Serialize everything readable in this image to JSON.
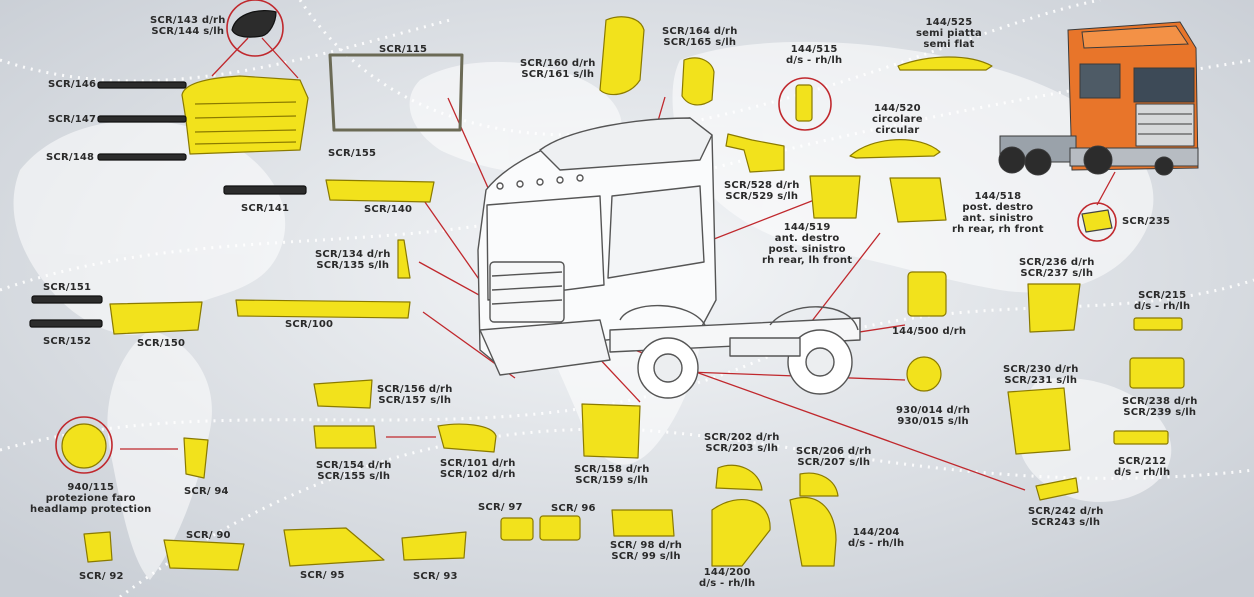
{
  "colors": {
    "part_fill": "#f2e21c",
    "part_stroke": "#8a7a00",
    "leader": "#c0282d",
    "truck_cab": "#e8752a",
    "background": "#dfe3e8"
  },
  "labels": {
    "scr143": [
      "SCR/143 d/rh",
      "SCR/144 s/lh"
    ],
    "scr115": [
      "SCR/115"
    ],
    "scr146": [
      "SCR/146"
    ],
    "scr147": [
      "SCR/147"
    ],
    "scr148": [
      "SCR/148"
    ],
    "scr155": [
      "SCR/155"
    ],
    "scr141": [
      "SCR/141"
    ],
    "scr140": [
      "SCR/140"
    ],
    "scr160": [
      "SCR/160 d/rh",
      "SCR/161 s/lh"
    ],
    "scr164": [
      "SCR/164 d/rh",
      "SCR/165 s/lh"
    ],
    "p144_515": [
      "144/515",
      "d/s - rh/lh"
    ],
    "p144_525": [
      "144/525",
      "semi piatta",
      "semi flat"
    ],
    "p144_520": [
      "144/520",
      "circolare",
      "circular"
    ],
    "scr528": [
      "SCR/528 d/rh",
      "SCR/529 s/lh"
    ],
    "p144_519": [
      "144/519",
      "ant. destro",
      "post. sinistro",
      "rh rear, lh front"
    ],
    "p144_518": [
      "144/518",
      "post. destro",
      "ant. sinistro",
      "rh rear, rh front"
    ],
    "scr235": [
      "SCR/235"
    ],
    "scr134": [
      "SCR/134 d/rh",
      "SCR/135 s/lh"
    ],
    "scr151": [
      "SCR/151"
    ],
    "scr152": [
      "SCR/152"
    ],
    "scr150": [
      "SCR/150"
    ],
    "scr100": [
      "SCR/100"
    ],
    "scr236": [
      "SCR/236 d/rh",
      "SCR/237 s/lh"
    ],
    "scr215": [
      "SCR/215",
      "d/s - rh/lh"
    ],
    "p144_500": [
      "144/500 d/rh"
    ],
    "scr230": [
      "SCR/230 d/rh",
      "SCR/231 s/lh"
    ],
    "p930": [
      "930/014 d/rh",
      "930/015 s/lh"
    ],
    "scr238": [
      "SCR/238 d/rh",
      "SCR/239 s/lh"
    ],
    "scr156": [
      "SCR/156 d/rh",
      "SCR/157 s/lh"
    ],
    "scr212": [
      "SCR/212",
      "d/s - rh/lh"
    ],
    "p940": [
      "940/115",
      "protezione faro",
      "headlamp protection"
    ],
    "scr94": [
      "SCR/ 94"
    ],
    "scr154": [
      "SCR/154 d/rh",
      "SCR/155 s/lh"
    ],
    "scr101": [
      "SCR/101 d/rh",
      "SCR/102 d/rh"
    ],
    "scr158": [
      "SCR/158 d/rh",
      "SCR/159 s/lh"
    ],
    "scr202": [
      "SCR/202 d/rh",
      "SCR/203 s/lh"
    ],
    "scr206": [
      "SCR/206 d/rh",
      "SCR/207 s/lh"
    ],
    "scr242": [
      "SCR/242 d/rh",
      "SCR243 s/lh"
    ],
    "scr97": [
      "SCR/ 97"
    ],
    "scr96": [
      "SCR/ 96"
    ],
    "scr90": [
      "SCR/ 90"
    ],
    "scr92": [
      "SCR/ 92"
    ],
    "scr95": [
      "SCR/ 95"
    ],
    "scr93": [
      "SCR/ 93"
    ],
    "scr98": [
      "SCR/ 98 d/rh",
      "SCR/ 99 s/lh"
    ],
    "p144_204": [
      "144/204",
      "d/s - rh/lh"
    ],
    "p144_200": [
      "144/200",
      "d/s - rh/lh"
    ]
  }
}
